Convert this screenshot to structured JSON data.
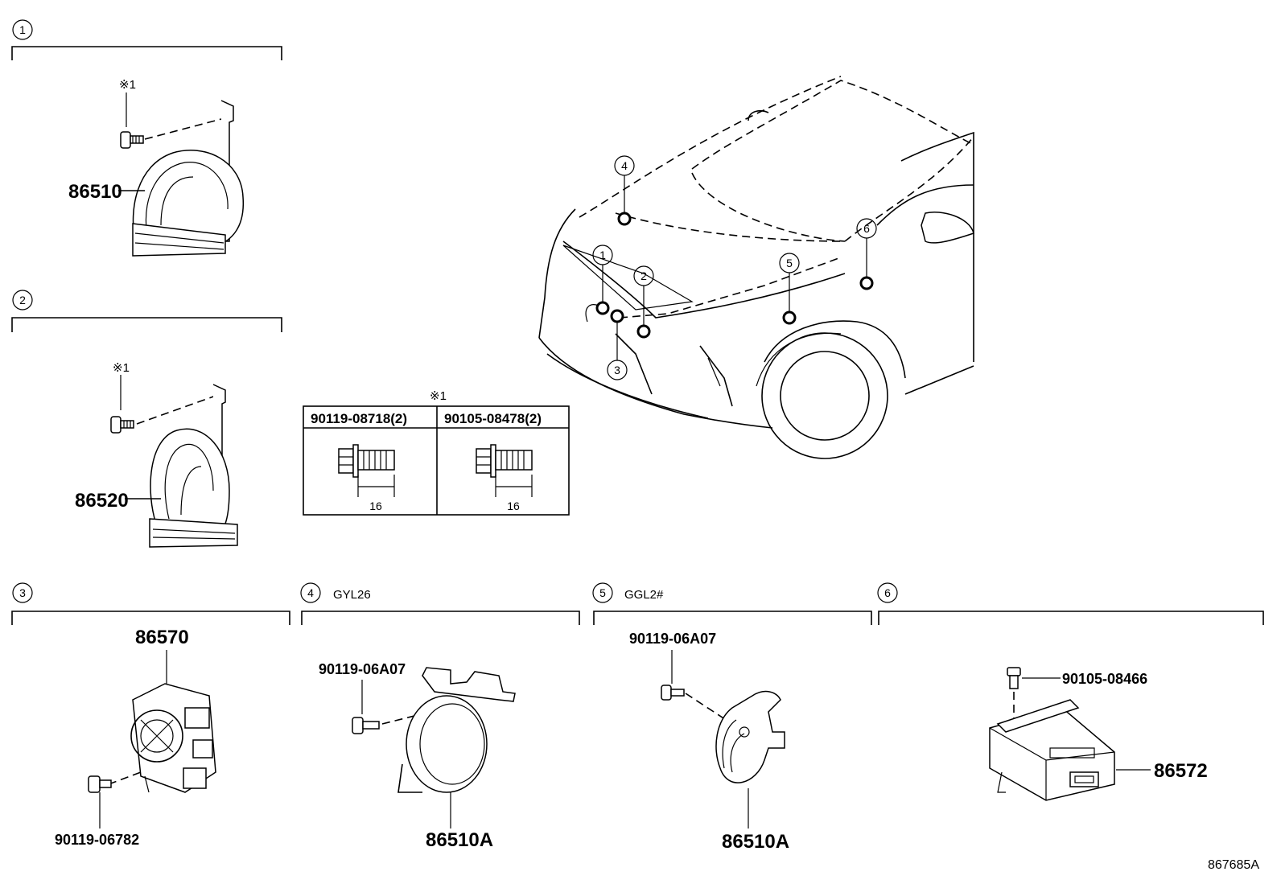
{
  "sections": {
    "s1": {
      "num": "1",
      "note_marker": "※1",
      "part": "86510"
    },
    "s2": {
      "num": "2",
      "note_marker": "※1",
      "part": "86520"
    },
    "s3": {
      "num": "3",
      "part_top": "86570",
      "bolt": "90119-06782"
    },
    "s4": {
      "num": "4",
      "variant": "GYL26",
      "bolt": "90119-06A07",
      "part": "86510A"
    },
    "s5": {
      "num": "5",
      "variant": "GGL2#",
      "bolt": "90119-06A07",
      "part": "86510A"
    },
    "s6": {
      "num": "6",
      "bolt": "90105-08466",
      "part": "86572"
    }
  },
  "bolt_table": {
    "marker": "※1",
    "col1": {
      "part": "90119-08718(2)",
      "dim": "16"
    },
    "col2": {
      "part": "90105-08478(2)",
      "dim": "16"
    }
  },
  "car_callouts": [
    "1",
    "2",
    "3",
    "4",
    "5",
    "6"
  ],
  "figure_id": "867685A"
}
